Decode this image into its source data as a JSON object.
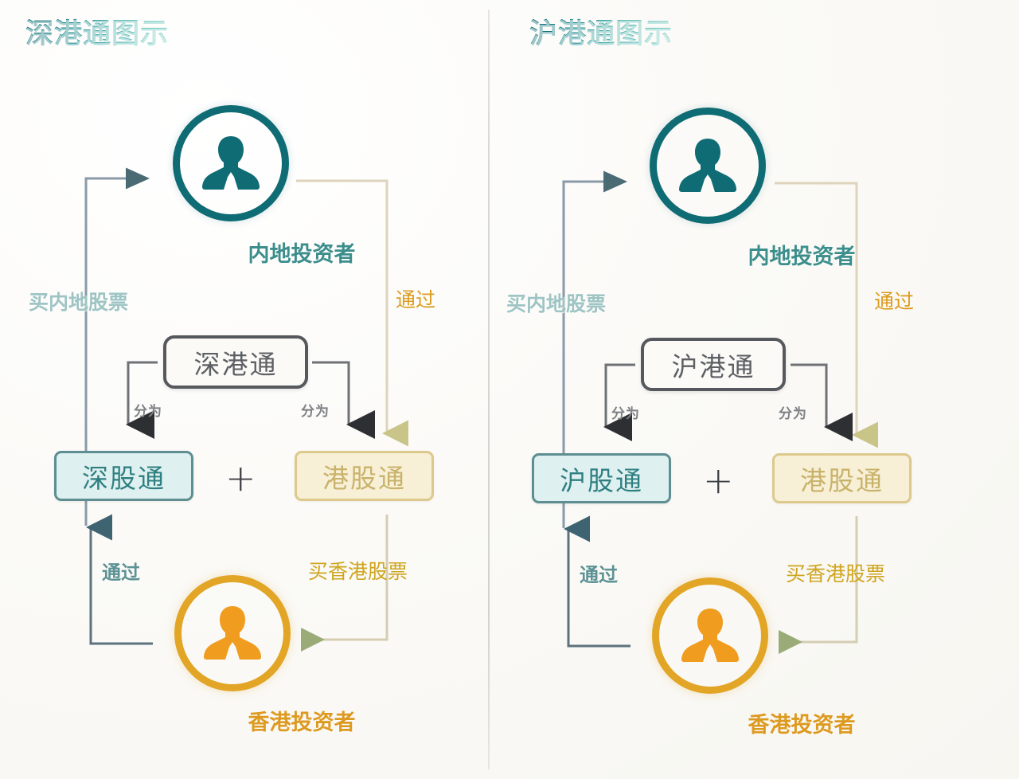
{
  "page": {
    "background": "#fbfaf7",
    "divider_color": "#d9d7d1"
  },
  "colors": {
    "title_gradient_start": "#0e6a72",
    "title_gradient_end": "#7fd0c4",
    "teal": "#0f6c74",
    "amber": "#e2a526",
    "pale_teal_label": "#9fc4c4",
    "gold_label": "#cfa520",
    "gray_box_border": "#55585c",
    "sub_teal_border": "#5d8e92",
    "sub_teal_fill": "#def0ef",
    "sub_gold_border": "#ddc98c",
    "sub_gold_fill": "#f7f0d7"
  },
  "panels": [
    {
      "id": "shenzhen",
      "title": "深港通图示",
      "mainland_investor": {
        "label": "内地投资者",
        "icon": "person-icon"
      },
      "hk_investor": {
        "label": "香港投资者",
        "icon": "person-icon"
      },
      "main_box": "深港通",
      "sub_box_left": "深股通",
      "sub_box_right": "港股通",
      "plus": "+",
      "edges": {
        "buy_mainland": "买内地股票",
        "through_top": "通过",
        "through_bottom": "通过",
        "buy_hk": "买香港股票",
        "split_left": "分为",
        "split_right": "分为"
      }
    },
    {
      "id": "shanghai",
      "title": "沪港通图示",
      "mainland_investor": {
        "label": "内地投资者",
        "icon": "person-icon"
      },
      "hk_investor": {
        "label": "香港投资者",
        "icon": "person-icon"
      },
      "main_box": "沪港通",
      "sub_box_left": "沪股通",
      "sub_box_right": "港股通",
      "plus": "+",
      "edges": {
        "buy_mainland": "买内地股票",
        "through_top": "通过",
        "through_bottom": "通过",
        "buy_hk": "买香港股票",
        "split_left": "分为",
        "split_right": "分为"
      }
    }
  ]
}
